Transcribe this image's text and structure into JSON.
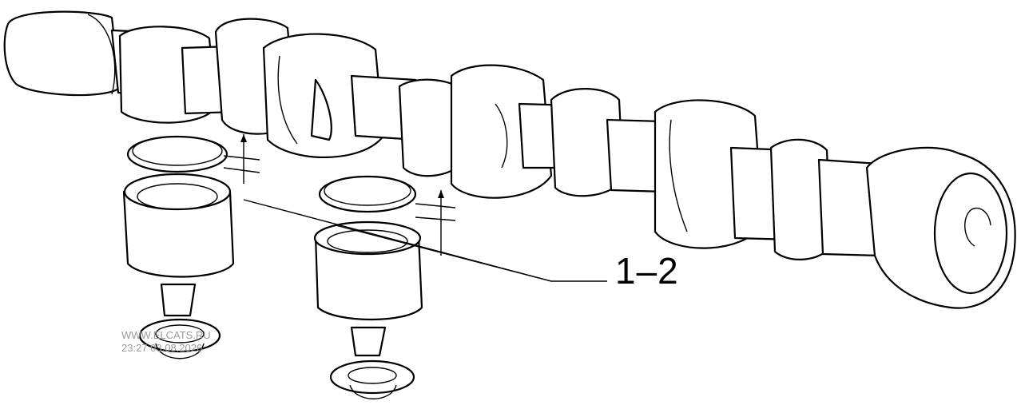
{
  "diagram": {
    "callout": "1–2",
    "watermark_line1": "WWW.ELCATS.RU",
    "watermark_line2": "23:27 03.08.2026"
  }
}
